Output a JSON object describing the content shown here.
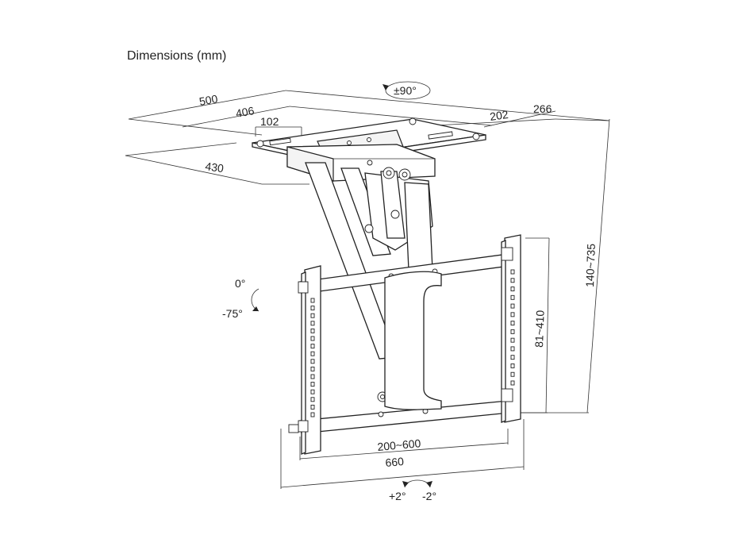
{
  "title": "Dimensions (mm)",
  "dimensions": {
    "d500": "500",
    "d406": "406",
    "d102": "102",
    "d202": "202",
    "d266": "266",
    "d430": "430",
    "d_height": "140~735",
    "d_vesa_v": "81~410",
    "d_vesa_h": "200~600",
    "d_width": "660"
  },
  "rotations": {
    "swivel": "±90°",
    "tilt_top": "0°",
    "tilt_bottom": "-75°",
    "level_left": "+2°",
    "level_right": "-2°"
  },
  "colors": {
    "line": "#222222",
    "background": "#ffffff"
  }
}
